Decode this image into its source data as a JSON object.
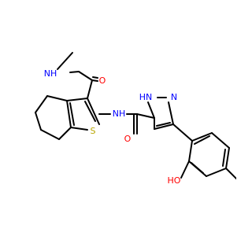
{
  "molecule": {
    "colors": {
      "bond": "#000000",
      "nitrogen": "#0000ff",
      "oxygen": "#ff0000",
      "sulfur": "#b8a600"
    },
    "atoms": {
      "amide_top_nh": "NH",
      "amide_top_o": "O",
      "amide_link_nh": "NH",
      "thiophene_s": "S",
      "amide_link_o": "O",
      "pyrazole_nh": "HN",
      "pyrazole_n": "N",
      "phenol_oh": "HO"
    }
  }
}
